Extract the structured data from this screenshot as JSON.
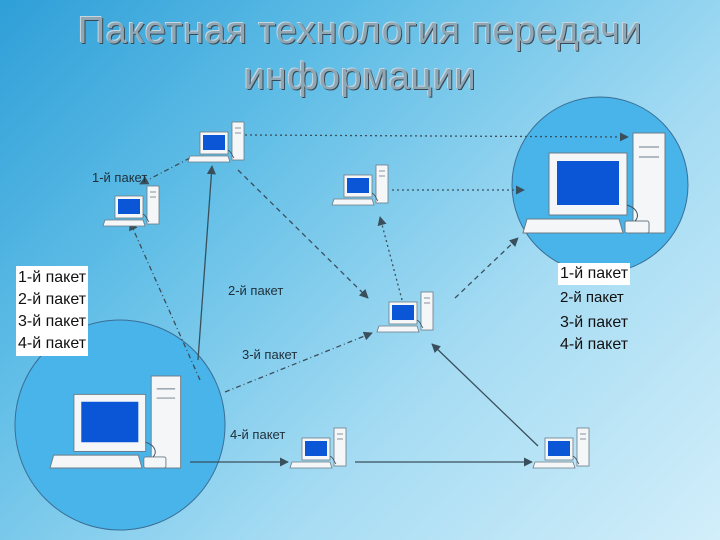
{
  "title": {
    "line1": "Пакетная технология передачи",
    "line2": "информации"
  },
  "labels": {
    "packet_1": "1-й пакет",
    "packet_2": "2-й пакет",
    "packet_3": "3-й пакет",
    "packet_4": "4-й пакет"
  },
  "sender_packets": [
    "1-й пакет",
    "2-й пакет",
    "3-й пакет",
    "4-й пакет"
  ],
  "receiver_packets": [
    "1-й пакет",
    "2-й пакет",
    "3-й пакет",
    "4-й пакет"
  ],
  "colors": {
    "screen": "#0a56d6",
    "circle_fill": "#48b4ea",
    "line": "#3a4f5c"
  }
}
